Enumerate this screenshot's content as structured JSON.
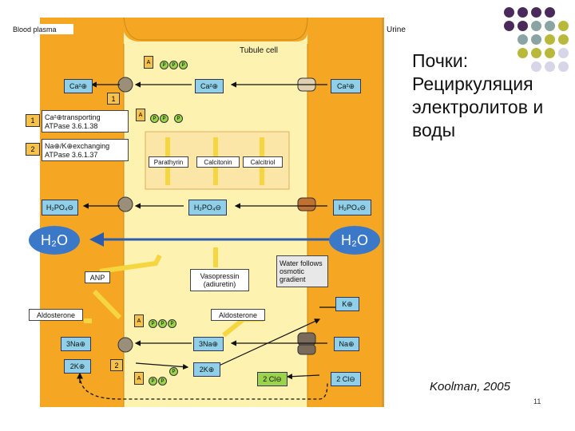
{
  "slide": {
    "title": "Почки: Рециркуляция электролитов и воды",
    "credit": "Koolman, 2005",
    "page_number": "11"
  },
  "diagram": {
    "blood_label": "Blood plasma",
    "urine_label": "Urine",
    "cell_label": "Tubule cell",
    "ca_left": "Ca²⊕",
    "ca_mid": "Ca²⊕",
    "ca_right": "Ca²⊕",
    "tag_1": "1",
    "tag_2": "2",
    "atpase1_line1": "Ca²⊕transporting",
    "atpase1_line2": "ATPase 3.6.1.38",
    "atpase2_line1": "Na⊕/K⊕exchanging",
    "atpase2_line2": "ATPase 3.6.1.37",
    "hormone_parathyrin": "Parathyrin",
    "hormone_calcitonin": "Calcitonin",
    "hormone_calcitriol": "Calcitriol",
    "h2po4_left": "H₂PO₄⊖",
    "h2po4_mid": "H₂PO₄⊖",
    "h2po4_right": "H₂PO₄⊖",
    "h2o_left": "H₂O",
    "h2o_right": "H₂O",
    "anp": "ANP",
    "vasopressin_line1": "Vasopressin",
    "vasopressin_line2": "(adiuretin)",
    "water_note_line1": "Water follows",
    "water_note_line2": "osmotic",
    "water_note_line3": "gradient",
    "aldosterone_left": "Aldosterone",
    "aldosterone_mid": "Aldosterone",
    "k_right": "K⊕",
    "na_left": "3Na⊕",
    "na_mid": "3Na⊕",
    "na_right": "Na⊕",
    "k_left": "2K⊕",
    "k_mid": "2K⊕",
    "cl_mid": "2 Cl⊖",
    "cl_right": "2 Cl⊖",
    "atp_a": "A",
    "atp_p": "P"
  },
  "colors": {
    "dot_purple": "#4a2a5a",
    "dot_gray": "#8aa3a3",
    "dot_olive": "#b8b83a",
    "membrane": "#f5a623",
    "cell": "#fdf2b0",
    "ion_box": "#8fd0e8",
    "water": "#3c78c8"
  }
}
